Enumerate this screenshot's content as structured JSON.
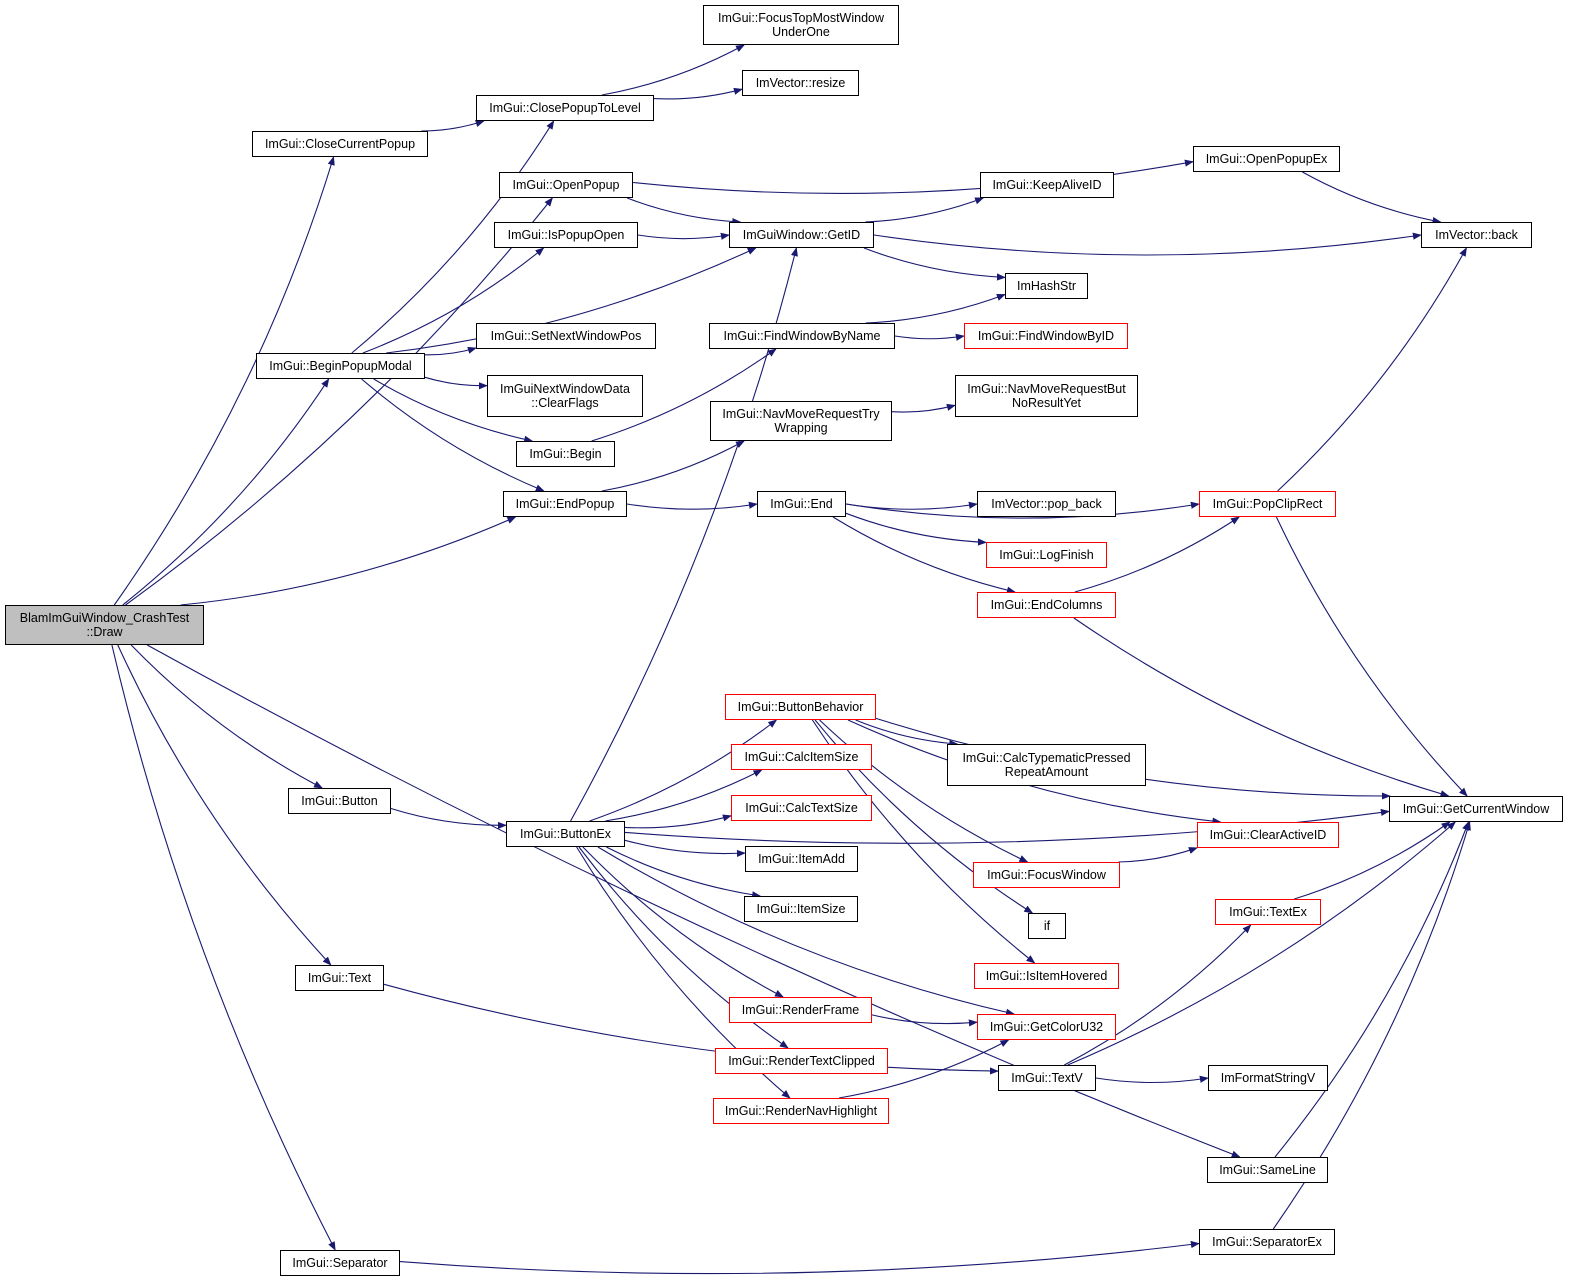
{
  "colors": {
    "edge": "#191970",
    "border": "#000000",
    "incomplete_border": "#ff0000",
    "root_fill": "#bfbfbf",
    "background": "#ffffff"
  },
  "nodes": [
    {
      "id": "root",
      "lines": [
        "BlamImGuiWindow_CrashTest",
        "::Draw"
      ],
      "kind": "root"
    },
    {
      "id": "closecurrentpopup",
      "lines": [
        "ImGui::CloseCurrentPopup"
      ]
    },
    {
      "id": "beginpopupmodal",
      "lines": [
        "ImGui::BeginPopupModal"
      ]
    },
    {
      "id": "button",
      "lines": [
        "ImGui::Button"
      ]
    },
    {
      "id": "text",
      "lines": [
        "ImGui::Text"
      ]
    },
    {
      "id": "separator",
      "lines": [
        "ImGui::Separator"
      ]
    },
    {
      "id": "closepopuptolevel",
      "lines": [
        "ImGui::ClosePopupToLevel"
      ]
    },
    {
      "id": "openpopup",
      "lines": [
        "ImGui::OpenPopup"
      ]
    },
    {
      "id": "ispopupopen",
      "lines": [
        "ImGui::IsPopupOpen"
      ]
    },
    {
      "id": "setnextwindowpos",
      "lines": [
        "ImGui::SetNextWindowPos"
      ]
    },
    {
      "id": "clearflags",
      "lines": [
        "ImGuiNextWindowData",
        "::ClearFlags"
      ]
    },
    {
      "id": "begin",
      "lines": [
        "ImGui::Begin"
      ]
    },
    {
      "id": "endpopup",
      "lines": [
        "ImGui::EndPopup"
      ]
    },
    {
      "id": "buttonex",
      "lines": [
        "ImGui::ButtonEx"
      ]
    },
    {
      "id": "focustopmost",
      "lines": [
        "ImGui::FocusTopMostWindow",
        "UnderOne"
      ]
    },
    {
      "id": "resize",
      "lines": [
        "ImVector::resize"
      ]
    },
    {
      "id": "getid",
      "lines": [
        "ImGuiWindow::GetID"
      ]
    },
    {
      "id": "findwindowbyname",
      "lines": [
        "ImGui::FindWindowByName"
      ]
    },
    {
      "id": "navmovetry",
      "lines": [
        "ImGui::NavMoveRequestTry",
        "Wrapping"
      ]
    },
    {
      "id": "end",
      "lines": [
        "ImGui::End"
      ]
    },
    {
      "id": "buttonbehavior",
      "lines": [
        "ImGui::ButtonBehavior"
      ],
      "kind": "red"
    },
    {
      "id": "calcitemsize",
      "lines": [
        "ImGui::CalcItemSize"
      ],
      "kind": "red"
    },
    {
      "id": "calctextsize",
      "lines": [
        "ImGui::CalcTextSize"
      ],
      "kind": "red"
    },
    {
      "id": "itemadd",
      "lines": [
        "ImGui::ItemAdd"
      ]
    },
    {
      "id": "itemsize",
      "lines": [
        "ImGui::ItemSize"
      ]
    },
    {
      "id": "renderframe",
      "lines": [
        "ImGui::RenderFrame"
      ],
      "kind": "red"
    },
    {
      "id": "rendertextclipped",
      "lines": [
        "ImGui::RenderTextClipped"
      ],
      "kind": "red"
    },
    {
      "id": "rendernavhighlight",
      "lines": [
        "ImGui::RenderNavHighlight"
      ],
      "kind": "red"
    },
    {
      "id": "keepaliveid",
      "lines": [
        "ImGui::KeepAliveID"
      ]
    },
    {
      "id": "imhashstr",
      "lines": [
        "ImHashStr"
      ]
    },
    {
      "id": "findwindowbyid",
      "lines": [
        "ImGui::FindWindowByID"
      ],
      "kind": "red"
    },
    {
      "id": "navbutnoresult",
      "lines": [
        "ImGui::NavMoveRequestBut",
        "NoResultYet"
      ]
    },
    {
      "id": "popback",
      "lines": [
        "ImVector::pop_back"
      ]
    },
    {
      "id": "logfinish",
      "lines": [
        "ImGui::LogFinish"
      ],
      "kind": "red"
    },
    {
      "id": "endcolumns",
      "lines": [
        "ImGui::EndColumns"
      ],
      "kind": "red"
    },
    {
      "id": "calctypematic",
      "lines": [
        "ImGui::CalcTypematicPressed",
        "RepeatAmount"
      ]
    },
    {
      "id": "focuswindow",
      "lines": [
        "ImGui::FocusWindow"
      ],
      "kind": "red"
    },
    {
      "id": "if",
      "lines": [
        "if"
      ]
    },
    {
      "id": "isitemhovered",
      "lines": [
        "ImGui::IsItemHovered"
      ],
      "kind": "red"
    },
    {
      "id": "getcoloru32",
      "lines": [
        "ImGui::GetColorU32"
      ],
      "kind": "red"
    },
    {
      "id": "textv",
      "lines": [
        "ImGui::TextV"
      ]
    },
    {
      "id": "openpopupex",
      "lines": [
        "ImGui::OpenPopupEx"
      ]
    },
    {
      "id": "back",
      "lines": [
        "ImVector::back"
      ]
    },
    {
      "id": "popcliprect",
      "lines": [
        "ImGui::PopClipRect"
      ],
      "kind": "red"
    },
    {
      "id": "clearactiveid",
      "lines": [
        "ImGui::ClearActiveID"
      ],
      "kind": "red"
    },
    {
      "id": "textex",
      "lines": [
        "ImGui::TextEx"
      ],
      "kind": "red"
    },
    {
      "id": "imformatstringv",
      "lines": [
        "ImFormatStringV"
      ]
    },
    {
      "id": "sameline",
      "lines": [
        "ImGui::SameLine"
      ]
    },
    {
      "id": "separatorex",
      "lines": [
        "ImGui::SeparatorEx"
      ]
    },
    {
      "id": "getcurrentwindow",
      "lines": [
        "ImGui::GetCurrentWindow"
      ]
    }
  ],
  "edges": [
    [
      "root",
      "closecurrentpopup"
    ],
    [
      "root",
      "beginpopupmodal"
    ],
    [
      "root",
      "openpopup"
    ],
    [
      "root",
      "endpopup"
    ],
    [
      "root",
      "button"
    ],
    [
      "root",
      "text"
    ],
    [
      "root",
      "sameline"
    ],
    [
      "root",
      "separator"
    ],
    [
      "closecurrentpopup",
      "closepopuptolevel"
    ],
    [
      "closepopuptolevel",
      "focustopmost"
    ],
    [
      "closepopuptolevel",
      "resize"
    ],
    [
      "beginpopupmodal",
      "closepopuptolevel"
    ],
    [
      "beginpopupmodal",
      "ispopupopen"
    ],
    [
      "beginpopupmodal",
      "getid"
    ],
    [
      "beginpopupmodal",
      "setnextwindowpos"
    ],
    [
      "beginpopupmodal",
      "clearflags"
    ],
    [
      "beginpopupmodal",
      "begin"
    ],
    [
      "beginpopupmodal",
      "endpopup"
    ],
    [
      "openpopup",
      "openpopupex"
    ],
    [
      "openpopup",
      "getid"
    ],
    [
      "ispopupopen",
      "getid"
    ],
    [
      "getid",
      "keepaliveid"
    ],
    [
      "getid",
      "back"
    ],
    [
      "getid",
      "imhashstr"
    ],
    [
      "openpopupex",
      "back"
    ],
    [
      "begin",
      "findwindowbyname"
    ],
    [
      "findwindowbyname",
      "imhashstr"
    ],
    [
      "findwindowbyname",
      "findwindowbyid"
    ],
    [
      "endpopup",
      "navmovetry"
    ],
    [
      "endpopup",
      "end"
    ],
    [
      "navmovetry",
      "navbutnoresult"
    ],
    [
      "end",
      "popcliprect"
    ],
    [
      "end",
      "popback"
    ],
    [
      "end",
      "logfinish"
    ],
    [
      "end",
      "endcolumns"
    ],
    [
      "endcolumns",
      "popcliprect"
    ],
    [
      "endcolumns",
      "getcurrentwindow"
    ],
    [
      "popcliprect",
      "back"
    ],
    [
      "popcliprect",
      "getcurrentwindow"
    ],
    [
      "button",
      "buttonex"
    ],
    [
      "buttonex",
      "getid"
    ],
    [
      "buttonex",
      "getcurrentwindow"
    ],
    [
      "buttonex",
      "buttonbehavior"
    ],
    [
      "buttonex",
      "calcitemsize"
    ],
    [
      "buttonex",
      "calctextsize"
    ],
    [
      "buttonex",
      "itemadd"
    ],
    [
      "buttonex",
      "itemsize"
    ],
    [
      "buttonex",
      "renderframe"
    ],
    [
      "buttonex",
      "rendertextclipped"
    ],
    [
      "buttonex",
      "rendernavhighlight"
    ],
    [
      "buttonex",
      "getcoloru32"
    ],
    [
      "buttonbehavior",
      "calctypematic"
    ],
    [
      "buttonbehavior",
      "getcurrentwindow"
    ],
    [
      "buttonbehavior",
      "clearactiveid"
    ],
    [
      "buttonbehavior",
      "focuswindow"
    ],
    [
      "buttonbehavior",
      "if"
    ],
    [
      "buttonbehavior",
      "isitemhovered"
    ],
    [
      "focuswindow",
      "clearactiveid"
    ],
    [
      "renderframe",
      "getcoloru32"
    ],
    [
      "rendernavhighlight",
      "getcoloru32"
    ],
    [
      "text",
      "textv"
    ],
    [
      "textv",
      "textex"
    ],
    [
      "textv",
      "getcurrentwindow"
    ],
    [
      "textv",
      "imformatstringv"
    ],
    [
      "textex",
      "getcurrentwindow"
    ],
    [
      "sameline",
      "getcurrentwindow"
    ],
    [
      "separator",
      "separatorex"
    ],
    [
      "separatorex",
      "getcurrentwindow"
    ]
  ]
}
